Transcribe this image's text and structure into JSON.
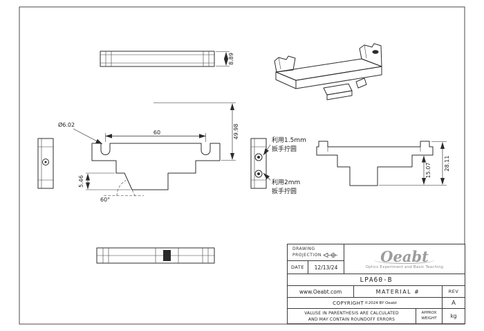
{
  "sheet": {
    "background": "#ffffff",
    "line_color": "#2b2b2b"
  },
  "drawing": {
    "dims": {
      "top_height": "8.89",
      "hole_dia": "Ø6.02",
      "slot_pitch": "60",
      "depth": "49.98",
      "foot": "5.46",
      "angle": "60°",
      "total_height": "28.11",
      "lower_height": "15.07"
    },
    "callouts": {
      "wrench15_line1": "利用1.5mm",
      "wrench15_line2": "扳手拧圆",
      "wrench2_line1": "利用2mm",
      "wrench2_line2": "扳手拧圆"
    }
  },
  "title_block": {
    "drawing_label": "DRAWING",
    "projection_label": "PROJECTION",
    "date_label": "DATE",
    "date_value": "12/13/24",
    "logo_text": "Oeabt",
    "logo_tagline": "Optics Experiment and Basic Teaching",
    "part_number": "LPA60-B",
    "website": "www.Oeabt.com",
    "material_label": "MATERIAL #",
    "rev_label": "REV",
    "rev_value": "A",
    "copyright_prefix": "COPYRIGHT",
    "copyright_suffix": "©2024 BY Oeabt",
    "disclaimer_line1": "VALUSE IN PARENTHESIS ARE CALCULATED",
    "disclaimer_line2": "AND MAY CONTAIN ROUNDOFF ERRORS",
    "approx_label": "APPROX",
    "weight_label": "WEIGHT",
    "weight_unit": "kg"
  }
}
